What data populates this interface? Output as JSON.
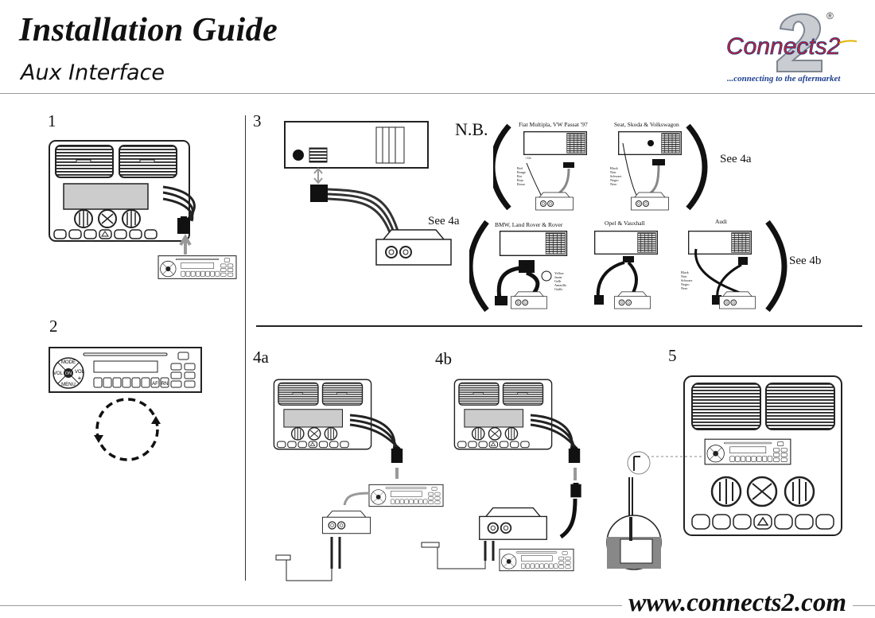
{
  "header": {
    "title": "Installation Guide",
    "subtitle": "Aux Interface",
    "logo_text": "Connects2",
    "logo_numeral": "2",
    "logo_registered": "®",
    "tagline": "...connecting to the aftermarket"
  },
  "steps": {
    "s1": "1",
    "s2": "2",
    "s3": "3",
    "s4a": "4a",
    "s4b": "4b",
    "s5": "5"
  },
  "step3": {
    "see_4a": "See 4a",
    "nb": "N.B.",
    "group1_see": "See 4a",
    "group2_see": "See 4b",
    "vehicles": [
      {
        "name": "Fiat Multipla, VW Passat '97",
        "wire_note": "+12v",
        "colours": "Red\nRouge\nRot\nRojo\nRosso"
      },
      {
        "name": "Seat, Skoda & Volkswagon",
        "colours": "Black\nNoir\nSchwarz\nNegro\nNero"
      },
      {
        "name": "BMW, Land Rover & Rover",
        "colours": "Yellow\nJaune\nGelb\nAmarillo\nGiallo"
      },
      {
        "name": "Opel & Vauxhall"
      },
      {
        "name": "Audi",
        "colours": "Black\nNoir\nSchwarz\nNegro\nNero"
      }
    ]
  },
  "radio": {
    "mode": "MODE",
    "vol_left": "VOL",
    "on": "ON",
    "vol_right": "VOL",
    "plus": "+",
    "menu": "MENU",
    "af": "AF",
    "rn": "RN"
  },
  "footer": {
    "url": "www.connects2.com"
  },
  "colors": {
    "rule": "#9a9a9a",
    "tagline": "#1d3f8f",
    "arrow": "#9a9a9a"
  }
}
